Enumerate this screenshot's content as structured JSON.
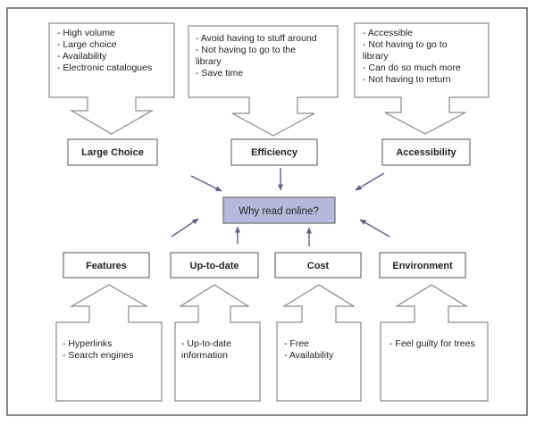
{
  "center": {
    "label": "Why read online?"
  },
  "top_groups": [
    {
      "label": "Large Choice",
      "bullets": [
        "- High volume",
        "- Large choice",
        "- Availability",
        "- Electronic catalogues"
      ]
    },
    {
      "label": "Efficiency",
      "bullets": [
        "- Avoid having to stuff around",
        "- Not having to go to the",
        "library",
        "- Save time"
      ]
    },
    {
      "label": "Accessibility",
      "bullets": [
        "- Accessible",
        "- Not having to go to",
        "library",
        "- Can do so much more",
        "- Not having to return"
      ]
    }
  ],
  "bottom_groups": [
    {
      "label": "Features",
      "bullets": [
        "- Hyperlinks",
        "- Search engines"
      ]
    },
    {
      "label": "Up-to-date",
      "bullets": [
        "- Up-to-date",
        "information"
      ]
    },
    {
      "label": "Cost",
      "bullets": [
        "- Free",
        "- Availability"
      ]
    },
    {
      "label": "Environment",
      "bullets": [
        "- Feel guilty for trees"
      ]
    }
  ]
}
